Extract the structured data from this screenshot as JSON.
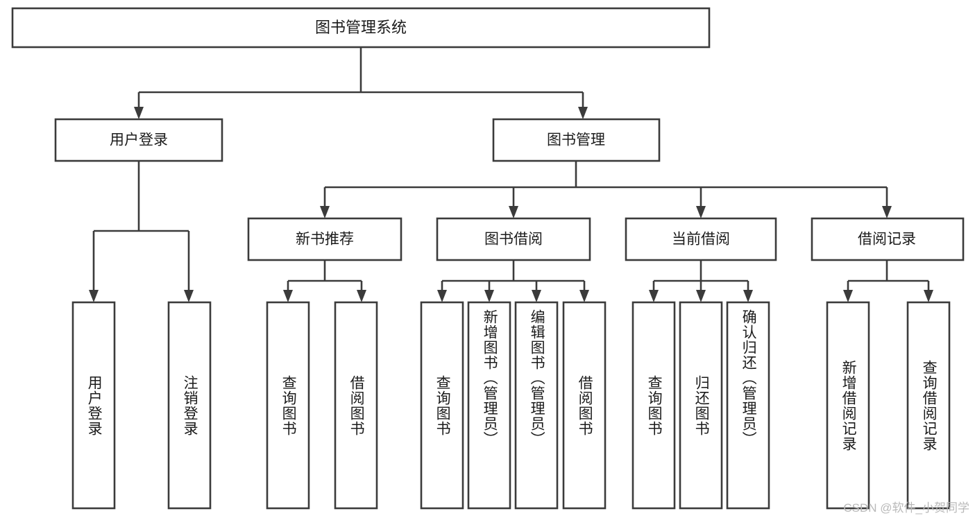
{
  "diagram": {
    "type": "tree",
    "title": "图书管理系统",
    "root": {
      "label": "图书管理系统",
      "shape": "rect",
      "orientation": "horizontal"
    },
    "level2": [
      {
        "label": "用户登录",
        "orientation": "horizontal"
      },
      {
        "label": "图书管理",
        "orientation": "horizontal"
      }
    ],
    "level3": [
      {
        "label": "新书推荐",
        "orientation": "horizontal",
        "parent": "图书管理"
      },
      {
        "label": "图书借阅",
        "orientation": "horizontal",
        "parent": "图书管理"
      },
      {
        "label": "当前借阅",
        "orientation": "horizontal",
        "parent": "图书管理"
      },
      {
        "label": "借阅记录",
        "orientation": "horizontal",
        "parent": "图书管理"
      }
    ],
    "leaves": [
      {
        "label": "用户登录",
        "parent": "用户登录",
        "orientation": "vertical"
      },
      {
        "label": "注销登录",
        "parent": "用户登录",
        "orientation": "vertical"
      },
      {
        "label": "查询图书",
        "parent": "新书推荐",
        "orientation": "vertical"
      },
      {
        "label": "借阅图书",
        "parent": "新书推荐",
        "orientation": "vertical"
      },
      {
        "label": "查询图书",
        "parent": "图书借阅",
        "orientation": "vertical"
      },
      {
        "label": "新增图书（管理员）",
        "parent": "图书借阅",
        "orientation": "vertical"
      },
      {
        "label": "编辑图书（管理员）",
        "parent": "图书借阅",
        "orientation": "vertical"
      },
      {
        "label": "借阅图书",
        "parent": "图书借阅",
        "orientation": "vertical"
      },
      {
        "label": "查询图书",
        "parent": "当前借阅",
        "orientation": "vertical"
      },
      {
        "label": "归还图书",
        "parent": "当前借阅",
        "orientation": "vertical"
      },
      {
        "label": "确认归还（管理员）",
        "parent": "当前借阅",
        "orientation": "vertical"
      },
      {
        "label": "新增借阅记录",
        "parent": "借阅记录",
        "orientation": "vertical"
      },
      {
        "label": "查询借阅记录",
        "parent": "借阅记录",
        "orientation": "vertical"
      }
    ],
    "colors": {
      "stroke": "#3b3b3b",
      "fill": "#ffffff",
      "text": "#1b1b1b",
      "background": "#ffffff",
      "watermark": "#b9b9b9"
    }
  },
  "watermark": {
    "text": "CSDN @软件_小贺同学"
  }
}
